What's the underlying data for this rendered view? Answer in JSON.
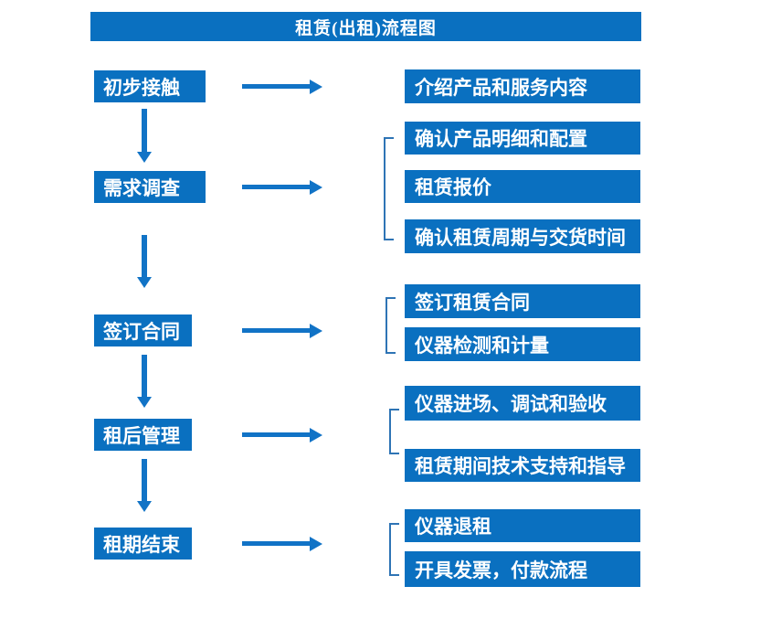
{
  "title": "租赁(出租)流程图",
  "colors": {
    "box_blue": "#0a70c0",
    "arrow_blue": "#1173c6",
    "bracket_blue": "#2e74b5",
    "text_white": "#ffffff"
  },
  "steps": [
    "初步接触",
    "需求调查",
    "签订合同",
    "租后管理",
    "租期结束"
  ],
  "details": {
    "initial_contact": [
      "介绍产品和服务内容"
    ],
    "demand_survey": [
      "确认产品明细和配置",
      "租赁报价",
      "确认租赁周期与交货时间"
    ],
    "sign_contract": [
      "签订租赁合同",
      "仪器检测和计量"
    ],
    "post_rental_management": [
      "仪器进场、调试和验收",
      "租赁期间技术支持和指导"
    ],
    "rental_end": [
      "仪器退租",
      "开具发票，付款流程"
    ]
  }
}
